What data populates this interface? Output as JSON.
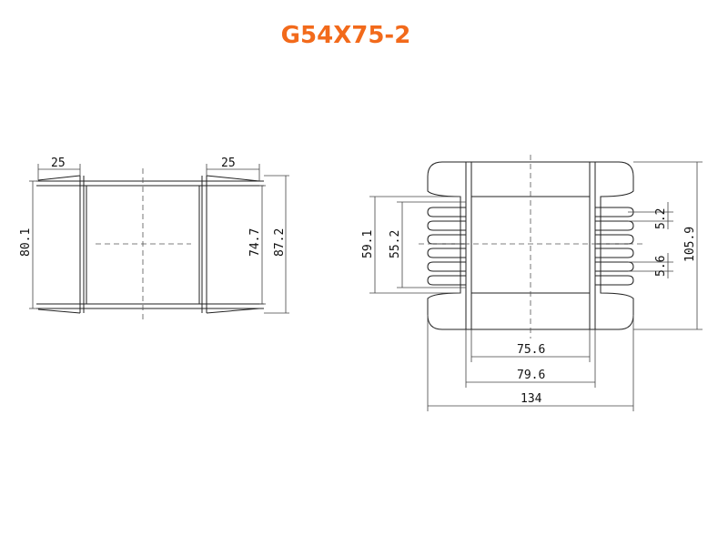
{
  "title": "G54X75-2",
  "left_view": {
    "dims": {
      "top_left_width": "25",
      "top_right_width": "25",
      "outer_height": "80.1",
      "inner_height": "74.7",
      "total_height": "87.2"
    }
  },
  "right_view": {
    "dims": {
      "window_outer": "59.1",
      "window_inner": "55.2",
      "fin_pitch_top": "5.2",
      "fin_pitch_bottom": "5.6",
      "overall_height": "105.9",
      "core_inner": "75.6",
      "core_outer": "79.6",
      "overall_width": "134"
    }
  },
  "colors": {
    "title": "#f26a1b",
    "line": "#222222"
  }
}
